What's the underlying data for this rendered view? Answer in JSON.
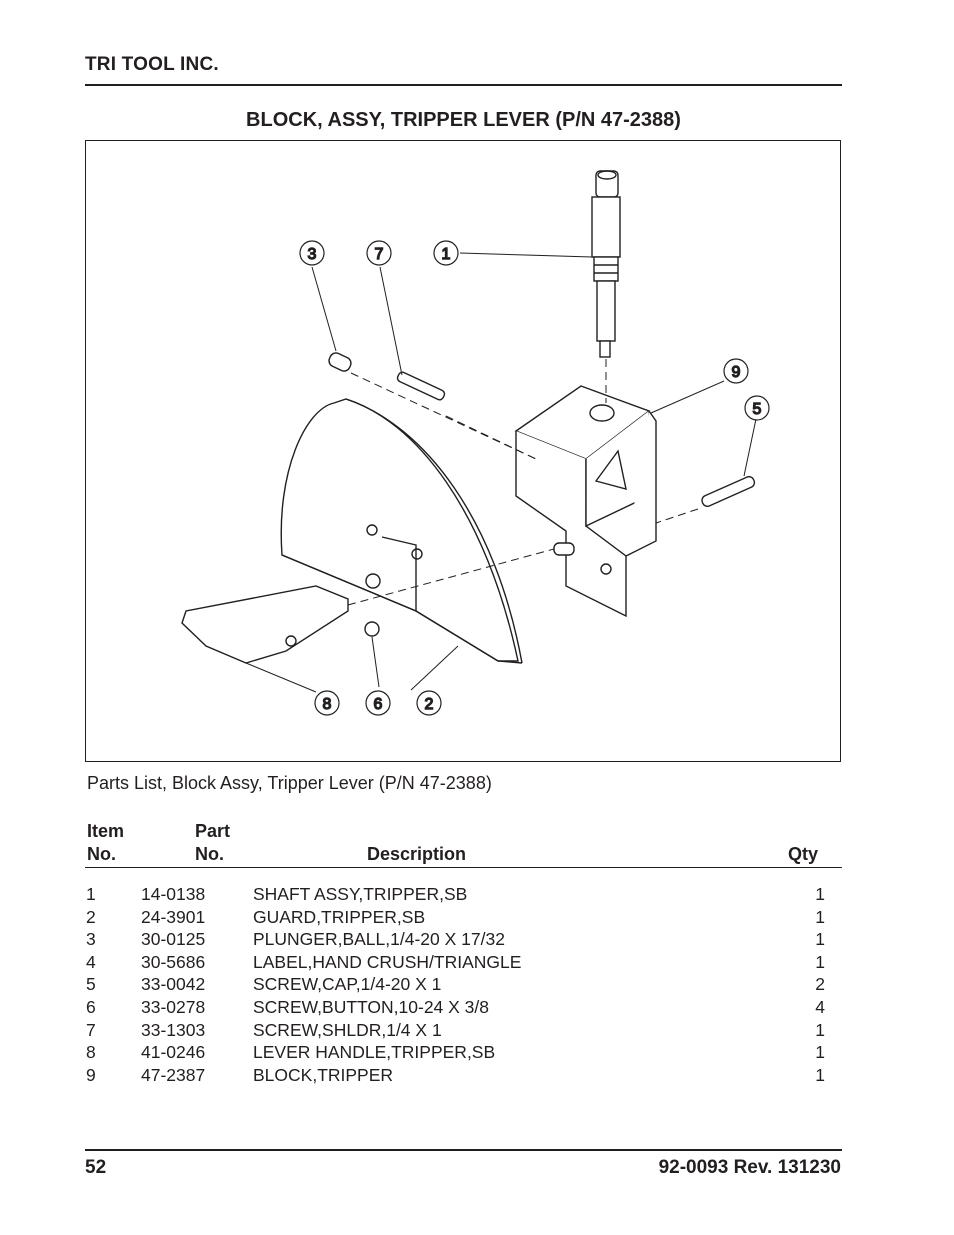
{
  "header": {
    "company": "TRI TOOL INC.",
    "title": "BLOCK, ASSY, TRIPPER LEVER (P/N 47-2388)"
  },
  "figure": {
    "callouts": [
      "1",
      "2",
      "3",
      "5",
      "6",
      "7",
      "8",
      "9"
    ]
  },
  "parts_list": {
    "caption": "Parts List, Block Assy, Tripper Lever (P/N 47-2388)",
    "headers": {
      "item_line1": "Item",
      "item_line2": "No.",
      "part_line1": "Part",
      "part_line2": "No.",
      "description": "Description",
      "qty": "Qty"
    },
    "rows": [
      {
        "item": "1",
        "part": "14-0138",
        "description": "SHAFT ASSY,TRIPPER,SB",
        "qty": "1"
      },
      {
        "item": "2",
        "part": "24-3901",
        "description": "GUARD,TRIPPER,SB",
        "qty": "1"
      },
      {
        "item": "3",
        "part": "30-0125",
        "description": "PLUNGER,BALL,1/4-20 X 17/32",
        "qty": "1"
      },
      {
        "item": "4",
        "part": "30-5686",
        "description": "LABEL,HAND CRUSH/TRIANGLE",
        "qty": "1"
      },
      {
        "item": "5",
        "part": "33-0042",
        "description": "SCREW,CAP,1/4-20 X 1",
        "qty": "2"
      },
      {
        "item": "6",
        "part": "33-0278",
        "description": "SCREW,BUTTON,10-24 X 3/8",
        "qty": "4"
      },
      {
        "item": "7",
        "part": "33-1303",
        "description": "SCREW,SHLDR,1/4 X 1",
        "qty": "1"
      },
      {
        "item": "8",
        "part": "41-0246",
        "description": "LEVER HANDLE,TRIPPER,SB",
        "qty": "1"
      },
      {
        "item": "9",
        "part": "47-2387",
        "description": "BLOCK,TRIPPER",
        "qty": "1"
      }
    ]
  },
  "footer": {
    "page": "52",
    "doc": "92-0093  Rev. 131230"
  }
}
